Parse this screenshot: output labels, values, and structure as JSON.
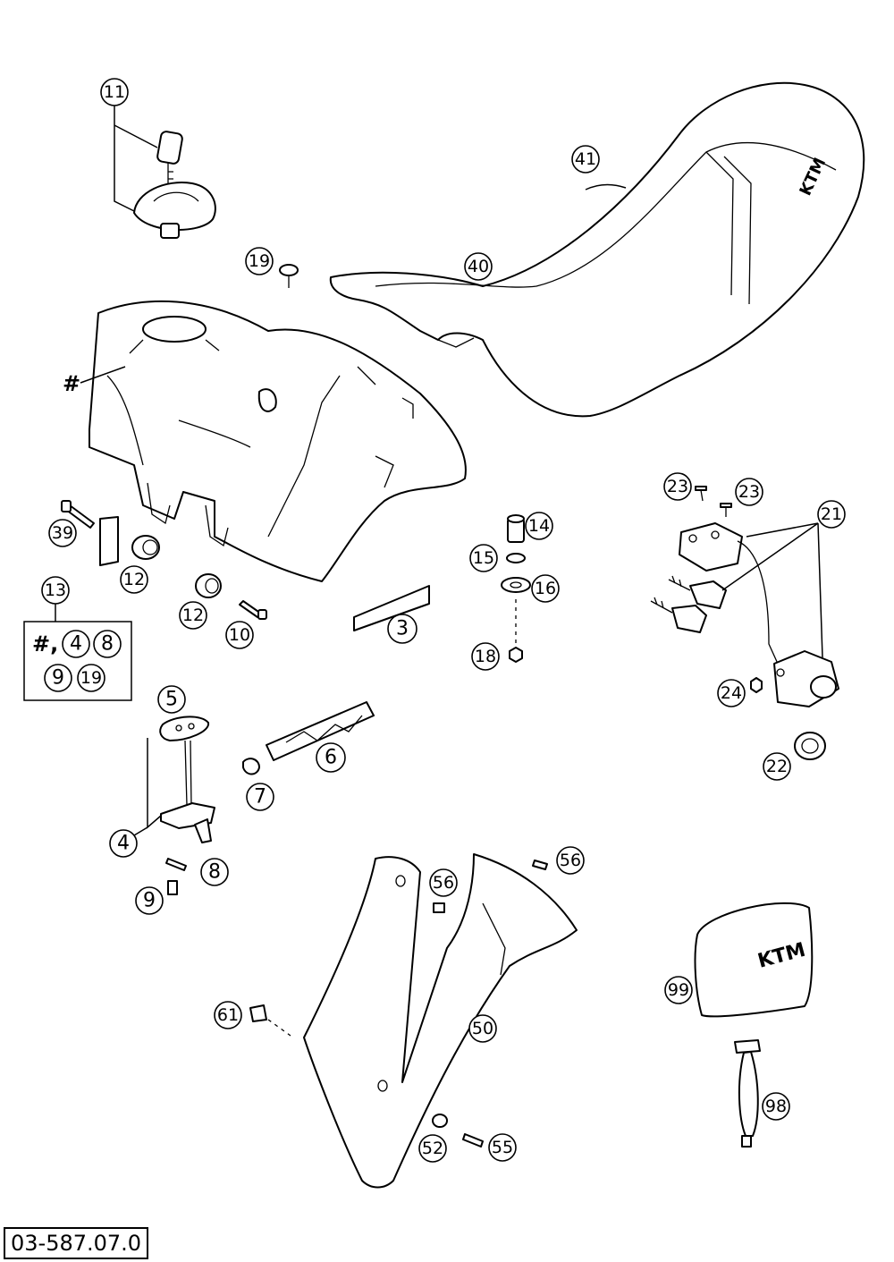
{
  "reference_code": "03-587.07.0",
  "tank_marker": "#",
  "kit_13": {
    "number": "13",
    "prefix": "#,",
    "items": [
      "4",
      "8",
      "9",
      "19"
    ]
  },
  "callouts": {
    "c11": "11",
    "c19": "19",
    "c41": "41",
    "c40": "40",
    "c39": "39",
    "c12a": "12",
    "c12b": "12",
    "c10": "10",
    "c3": "3",
    "c14": "14",
    "c15": "15",
    "c16": "16",
    "c18": "18",
    "c23a": "23",
    "c23b": "23",
    "c21": "21",
    "c24": "24",
    "c22": "22",
    "c5": "5",
    "c6": "6",
    "c7": "7",
    "c4": "4",
    "c8": "8",
    "c9": "9",
    "c56a": "56",
    "c56b": "56",
    "c61": "61",
    "c50": "50",
    "c52": "52",
    "c55": "55",
    "c99": "99",
    "c98": "98"
  },
  "logos": {
    "seat": "KTM",
    "decal": "KTM"
  }
}
